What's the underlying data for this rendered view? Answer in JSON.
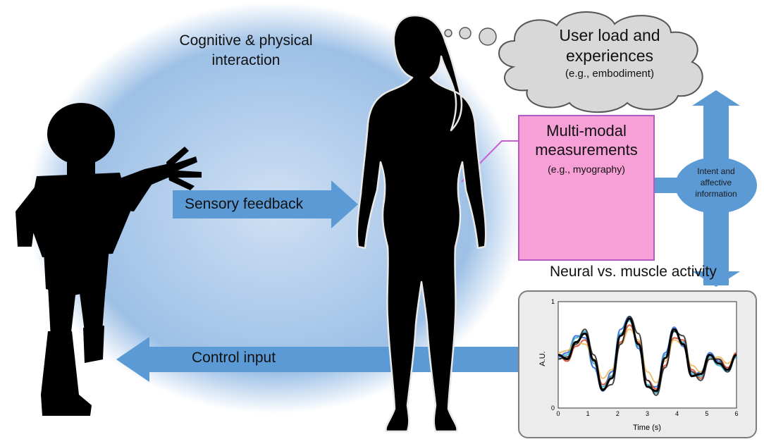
{
  "labels": {
    "cognitive": [
      "Cognitive & physical",
      "interaction"
    ],
    "sensory_feedback": "Sensory feedback",
    "control_input": "Control input",
    "cloud": [
      "User load and",
      "experiences",
      "(e.g., embodiment)"
    ],
    "multimodal": [
      "Multi-modal",
      "measurements",
      "(e.g., myography)"
    ],
    "intent": [
      "Intent and",
      "affective",
      "information"
    ],
    "neural_vs_muscle": "Neural vs. muscle activity"
  },
  "colors": {
    "glow": "#9dc0e6",
    "arrow": "#5b9ad5",
    "pink_box": "#f79fd7",
    "pink_border": "#b35bc4",
    "cloud": "#d8d8d8",
    "silhouette": "#000000"
  },
  "chart_data": {
    "type": "line",
    "xlabel": "Time (s)",
    "ylabel": "A.U.",
    "xlim": [
      0,
      6
    ],
    "ylim": [
      0,
      1
    ],
    "xticks": [
      "0",
      "1",
      "2",
      "3",
      "4",
      "5",
      "6"
    ],
    "yticks": [
      "0",
      "1"
    ],
    "grid": false,
    "series": [
      {
        "color": "#000000",
        "x": [
          0,
          0.3,
          0.6,
          0.9,
          1.2,
          1.5,
          1.8,
          2.1,
          2.4,
          2.7,
          3.0,
          3.3,
          3.6,
          3.9,
          4.2,
          4.5,
          4.8,
          5.1,
          5.4,
          5.7,
          6.0
        ],
        "values": [
          0.5,
          0.46,
          0.62,
          0.7,
          0.45,
          0.17,
          0.28,
          0.68,
          0.84,
          0.6,
          0.2,
          0.16,
          0.47,
          0.74,
          0.6,
          0.3,
          0.32,
          0.5,
          0.42,
          0.36,
          0.5
        ]
      },
      {
        "color": "#1f5fd1",
        "x": [
          0,
          0.3,
          0.6,
          0.9,
          1.2,
          1.5,
          1.8,
          2.1,
          2.4,
          2.7,
          3.0,
          3.3,
          3.6,
          3.9,
          4.2,
          4.5,
          4.8,
          5.1,
          5.4,
          5.7,
          6.0
        ],
        "values": [
          0.48,
          0.52,
          0.68,
          0.66,
          0.38,
          0.16,
          0.34,
          0.74,
          0.86,
          0.56,
          0.2,
          0.2,
          0.52,
          0.76,
          0.58,
          0.3,
          0.34,
          0.52,
          0.44,
          0.38,
          0.48
        ]
      },
      {
        "color": "#d1401f",
        "x": [
          0,
          0.3,
          0.6,
          0.9,
          1.2,
          1.5,
          1.8,
          2.1,
          2.4,
          2.7,
          3.0,
          3.3,
          3.6,
          3.9,
          4.2,
          4.5,
          4.8,
          5.1,
          5.4,
          5.7,
          6.0
        ],
        "values": [
          0.5,
          0.44,
          0.58,
          0.64,
          0.44,
          0.22,
          0.3,
          0.62,
          0.78,
          0.62,
          0.26,
          0.18,
          0.4,
          0.66,
          0.64,
          0.36,
          0.28,
          0.46,
          0.46,
          0.38,
          0.52
        ]
      },
      {
        "color": "#2aa7c9",
        "x": [
          0,
          0.3,
          0.6,
          0.9,
          1.2,
          1.5,
          1.8,
          2.1,
          2.4,
          2.7,
          3.0,
          3.3,
          3.6,
          3.9,
          4.2,
          4.5,
          4.8,
          5.1,
          5.4,
          5.7,
          6.0
        ],
        "values": [
          0.46,
          0.5,
          0.66,
          0.72,
          0.42,
          0.2,
          0.3,
          0.7,
          0.82,
          0.58,
          0.22,
          0.14,
          0.5,
          0.72,
          0.62,
          0.32,
          0.3,
          0.48,
          0.4,
          0.34,
          0.48
        ]
      },
      {
        "color": "#e8b95a",
        "x": [
          0,
          0.3,
          0.6,
          0.9,
          1.2,
          1.5,
          1.8,
          2.1,
          2.4,
          2.7,
          3.0,
          3.3,
          3.6,
          3.9,
          4.2,
          4.5,
          4.8,
          5.1,
          5.4,
          5.7,
          6.0
        ],
        "values": [
          0.52,
          0.54,
          0.62,
          0.6,
          0.46,
          0.28,
          0.36,
          0.6,
          0.74,
          0.64,
          0.34,
          0.24,
          0.44,
          0.64,
          0.6,
          0.4,
          0.34,
          0.46,
          0.48,
          0.42,
          0.5
        ]
      },
      {
        "color": "#222222",
        "x": [
          0,
          0.3,
          0.6,
          0.9,
          1.2,
          1.5,
          1.8,
          2.1,
          2.4,
          2.7,
          3.0,
          3.3,
          3.6,
          3.9,
          4.2,
          4.5,
          4.8,
          5.1,
          5.4,
          5.7,
          6.0
        ],
        "values": [
          0.46,
          0.48,
          0.6,
          0.74,
          0.5,
          0.18,
          0.22,
          0.6,
          0.86,
          0.7,
          0.26,
          0.12,
          0.38,
          0.72,
          0.68,
          0.34,
          0.26,
          0.46,
          0.46,
          0.34,
          0.5
        ]
      }
    ]
  }
}
